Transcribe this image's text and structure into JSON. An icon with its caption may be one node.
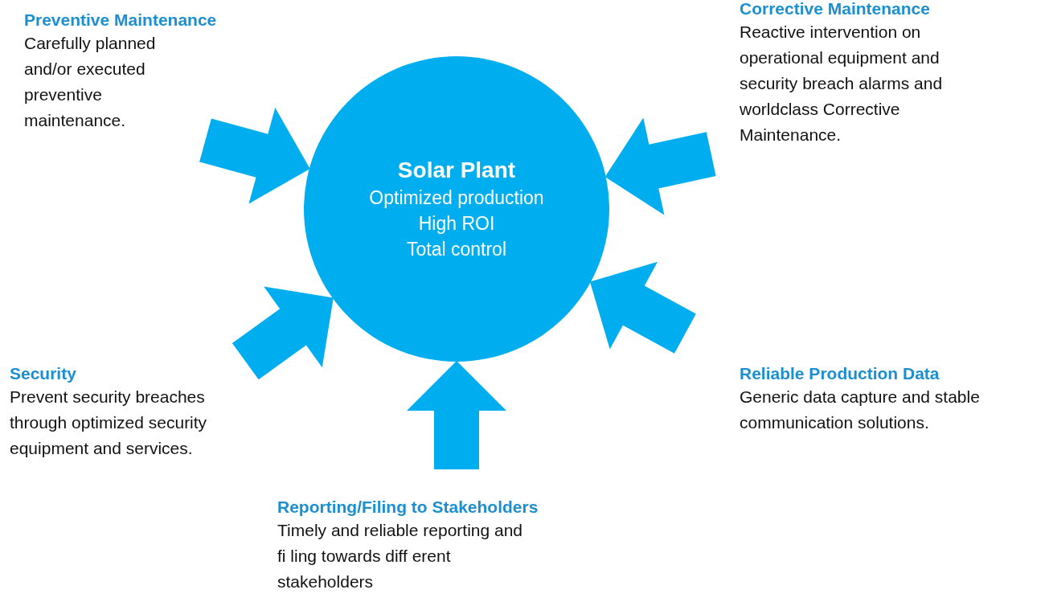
{
  "diagram": {
    "nodes": [
      {
        "text": [
          "Preventive Maintenance",
          "Carefully planned and/or executed preventive maintenance."
        ]
      },
      {
        "text": [
          "Corrective Maintenance",
          "Reactive intervention on operational equipment and security breach alarms and worldclass Corrective Maintenance."
        ]
      },
      {
        "text": [
          "Solar Plant",
          "Optimized production",
          "High ROI",
          "Total control"
        ]
      },
      {
        "text": [
          "Security",
          "Prevent security breaches through optimized security equipment and services."
        ]
      },
      {
        "text": [
          "Reliable Production Data",
          "Generic data capture and stable communication solutions."
        ]
      },
      {
        "text": [
          "Reporting/Filing to Stakeholders",
          "Timely and reliable reporting and fi ling towards diff erent stakeholders"
        ]
      }
    ],
    "edges": [
      {
        "from": 0,
        "to": 2,
        "arrow": "to"
      },
      {
        "from": 1,
        "to": 2,
        "arrow": "to"
      },
      {
        "from": 3,
        "to": 2,
        "arrow": "to"
      },
      {
        "from": 4,
        "to": 2,
        "arrow": "to"
      },
      {
        "from": 5,
        "to": 2,
        "arrow": "to"
      }
    ]
  }
}
